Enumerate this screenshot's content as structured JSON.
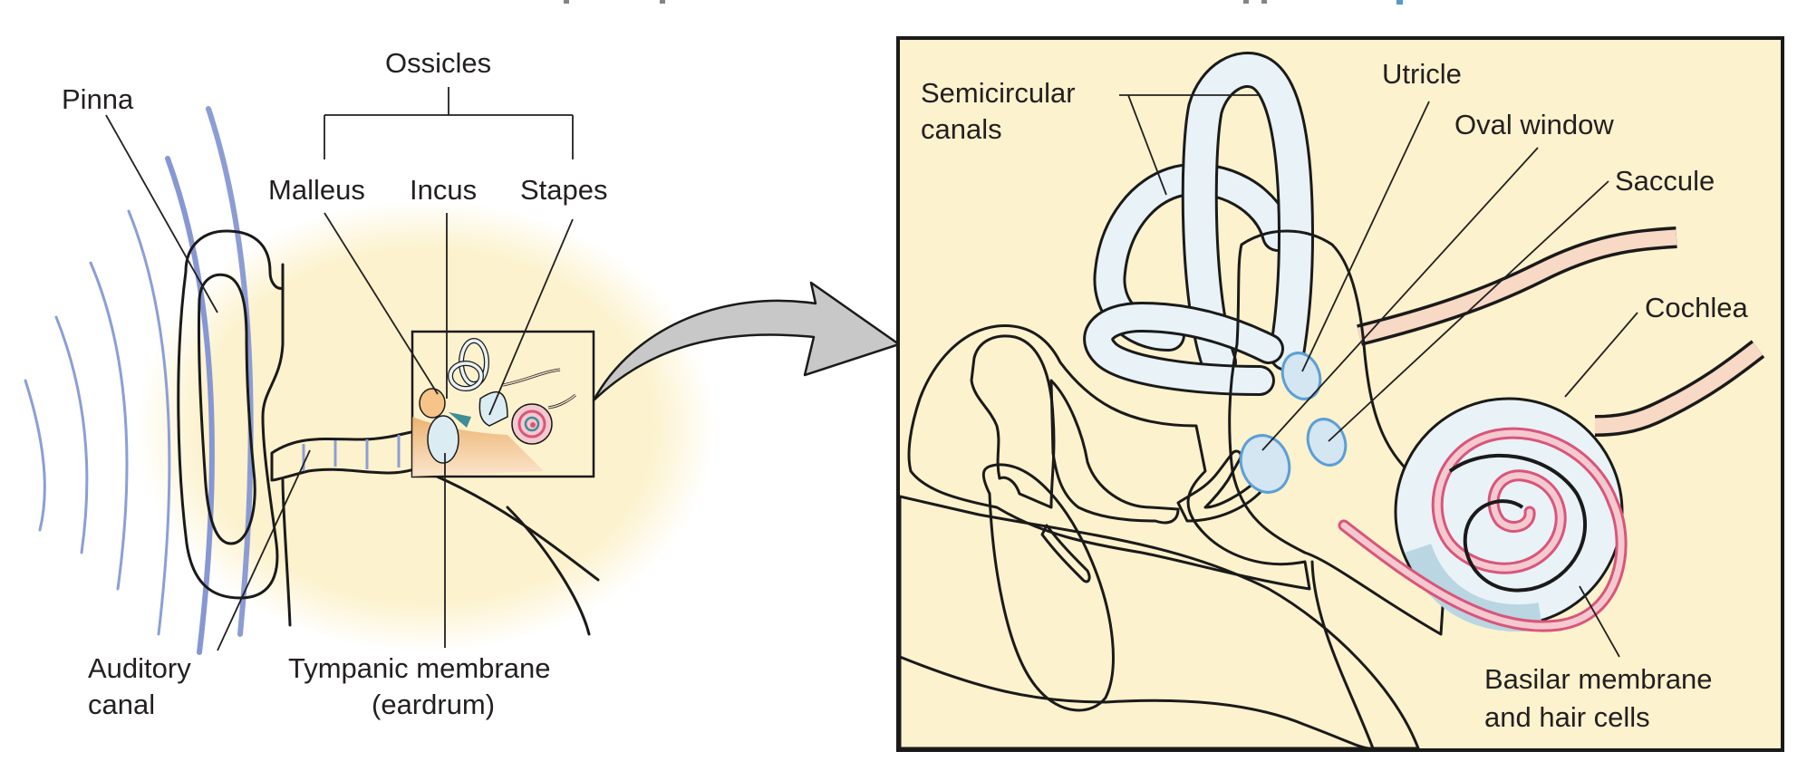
{
  "figure": {
    "title_cropped": "",
    "colors": {
      "background": "#ffffff",
      "panel_fill": "#fcf2cd",
      "panel_border": "#1a1a1a",
      "skin_light": "#f6d3aa",
      "skin_dark": "#e8a65b",
      "bone_light": "#e8f2f7",
      "bone_shadow": "#3e8d97",
      "membrane_outline": "#5b9fd6",
      "cochlea_stripe": "#d9557a",
      "cochlea_stripe_fill": "#f4c9cf",
      "nerve_fill": "#f7d9c6",
      "sound_wave": "#8b9fd6",
      "arrow_fill": "#c8c8c8",
      "link_accent": "#2a7fc1"
    }
  },
  "outer_panel": {
    "labels": {
      "pinna": "Pinna",
      "ossicles": "Ossicles",
      "malleus": "Malleus",
      "incus": "Incus",
      "stapes": "Stapes",
      "auditory_canal_line1": "Auditory",
      "auditory_canal_line2": "canal",
      "tympanic_line1": "Tympanic membrane",
      "tympanic_line2": "(eardrum)"
    }
  },
  "inner_panel": {
    "labels": {
      "semicircular_line1": "Semicircular",
      "semicircular_line2": "canals",
      "utricle": "Utricle",
      "oval_window": "Oval window",
      "saccule": "Saccule",
      "cochlea": "Cochlea",
      "basilar_line1": "Basilar membrane",
      "basilar_line2": "and hair cells"
    }
  }
}
